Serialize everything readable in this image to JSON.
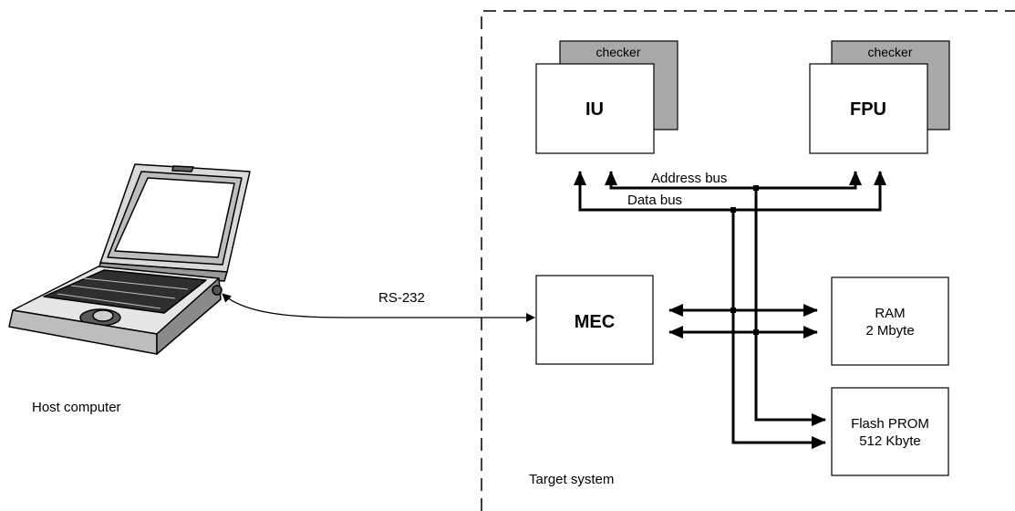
{
  "host": {
    "label": "Host computer"
  },
  "link": {
    "label": "RS-232"
  },
  "target": {
    "label": "Target system"
  },
  "iu": {
    "label": "IU",
    "checker": "checker"
  },
  "fpu": {
    "label": "FPU",
    "checker": "checker"
  },
  "buses": {
    "address": "Address bus",
    "data": "Data bus"
  },
  "mec": {
    "label": "MEC"
  },
  "ram": {
    "line1": "RAM",
    "line2": "2 Mbyte"
  },
  "prom": {
    "line1": "Flash PROM",
    "line2": "512 Kbyte"
  },
  "colors": {
    "checker_fill": "#a9a9a9",
    "line": "#000000",
    "background": "#ffffff"
  }
}
